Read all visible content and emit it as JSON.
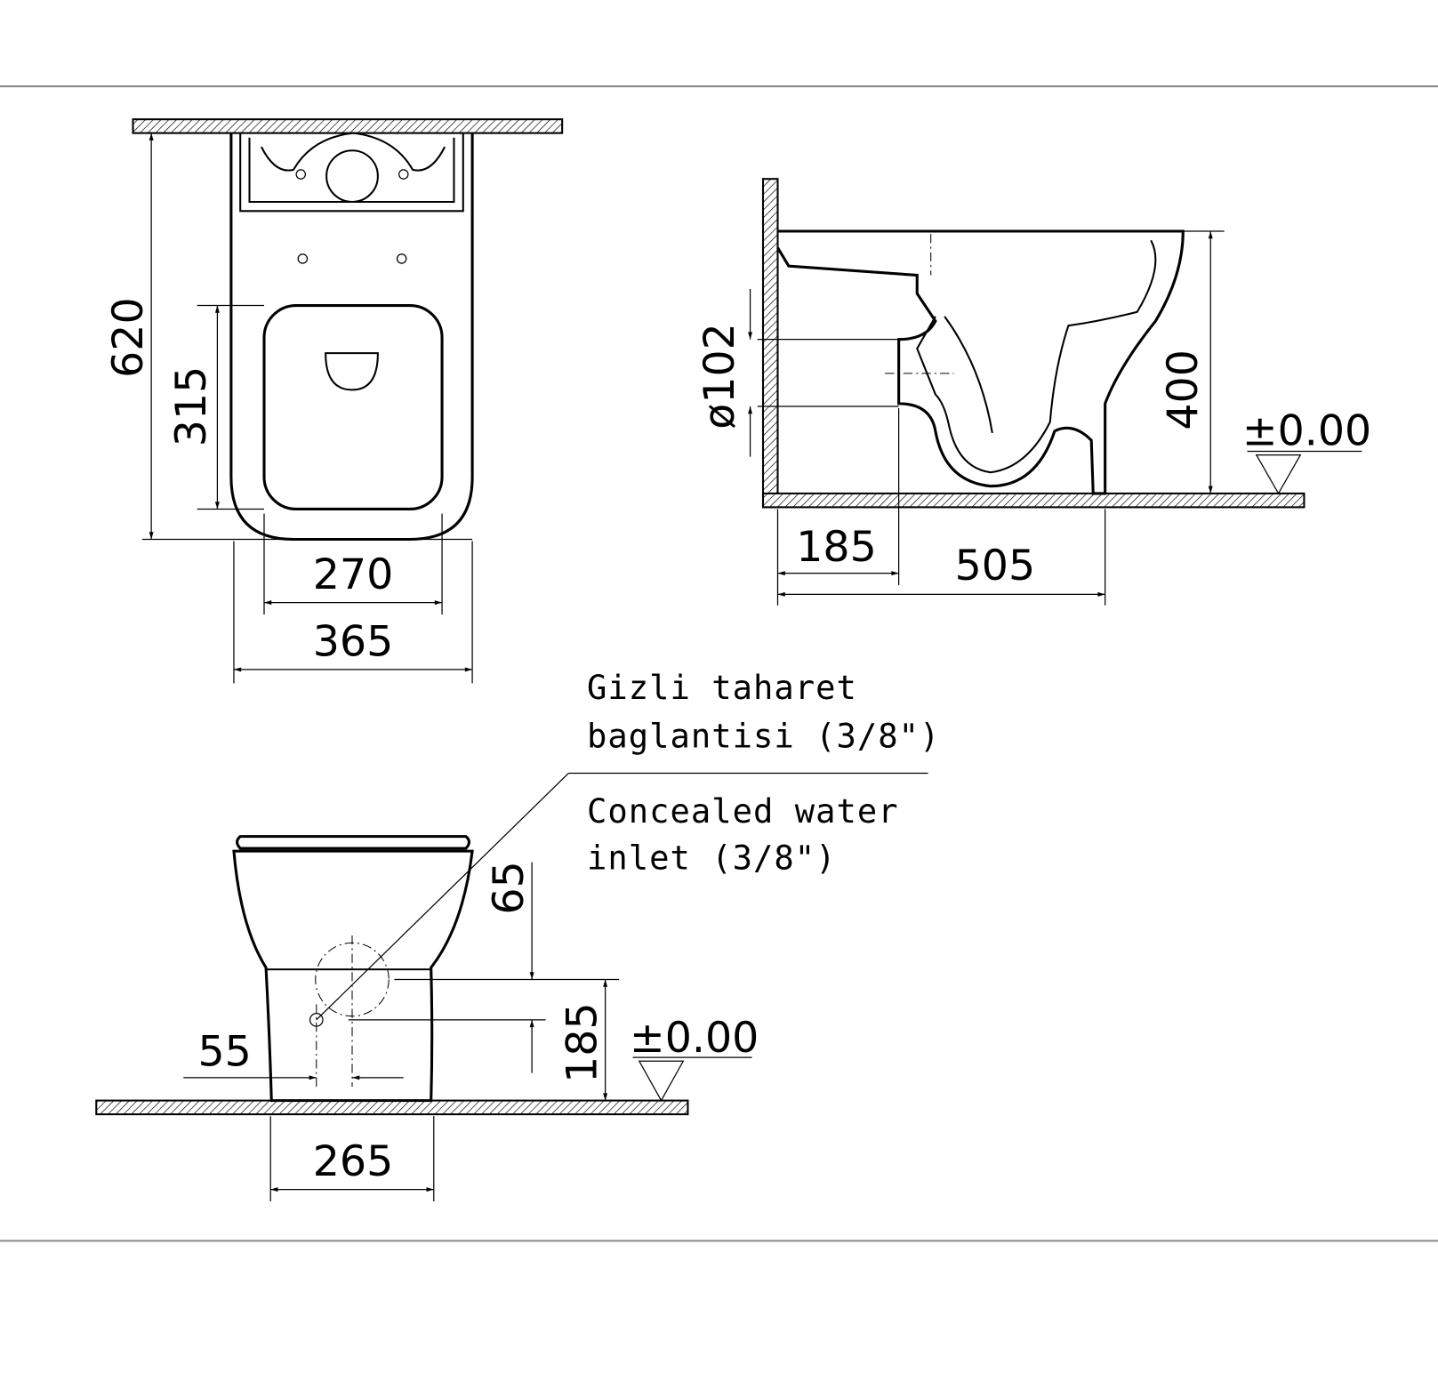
{
  "top_view": {
    "dim_length": "620",
    "dim_seat_length": "315",
    "dim_seat_width": "270",
    "dim_width": "365"
  },
  "side_view": {
    "dim_outlet_diameter": "ø102",
    "dim_height": "400",
    "level": "±0.00",
    "dim_outlet_distance": "185",
    "dim_depth": "505"
  },
  "front_view": {
    "dim_inlet_height_top": "65",
    "dim_inlet_height": "185",
    "level": "±0.00",
    "dim_inlet_offset": "55",
    "dim_base_width": "265"
  },
  "note": {
    "turkish_line1": "Gizli taharet",
    "turkish_line2": "baglantisi (3/8\")",
    "english_line1": "Concealed water",
    "english_line2": "inlet (3/8\")"
  }
}
